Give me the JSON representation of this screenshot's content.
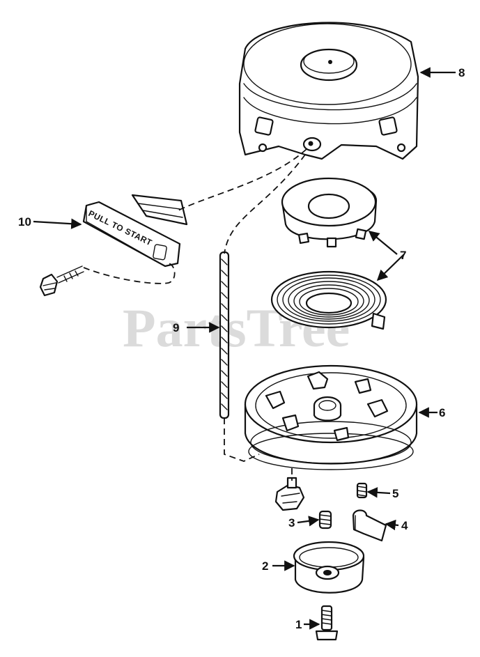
{
  "watermark": "PartsTree",
  "handle_text": "PULL TO START",
  "callouts": {
    "p1": "1",
    "p2": "2",
    "p3": "3",
    "p4": "4",
    "p5": "5",
    "p6": "6",
    "p7": "7",
    "p8": "8",
    "p9": "9",
    "p10": "10"
  }
}
